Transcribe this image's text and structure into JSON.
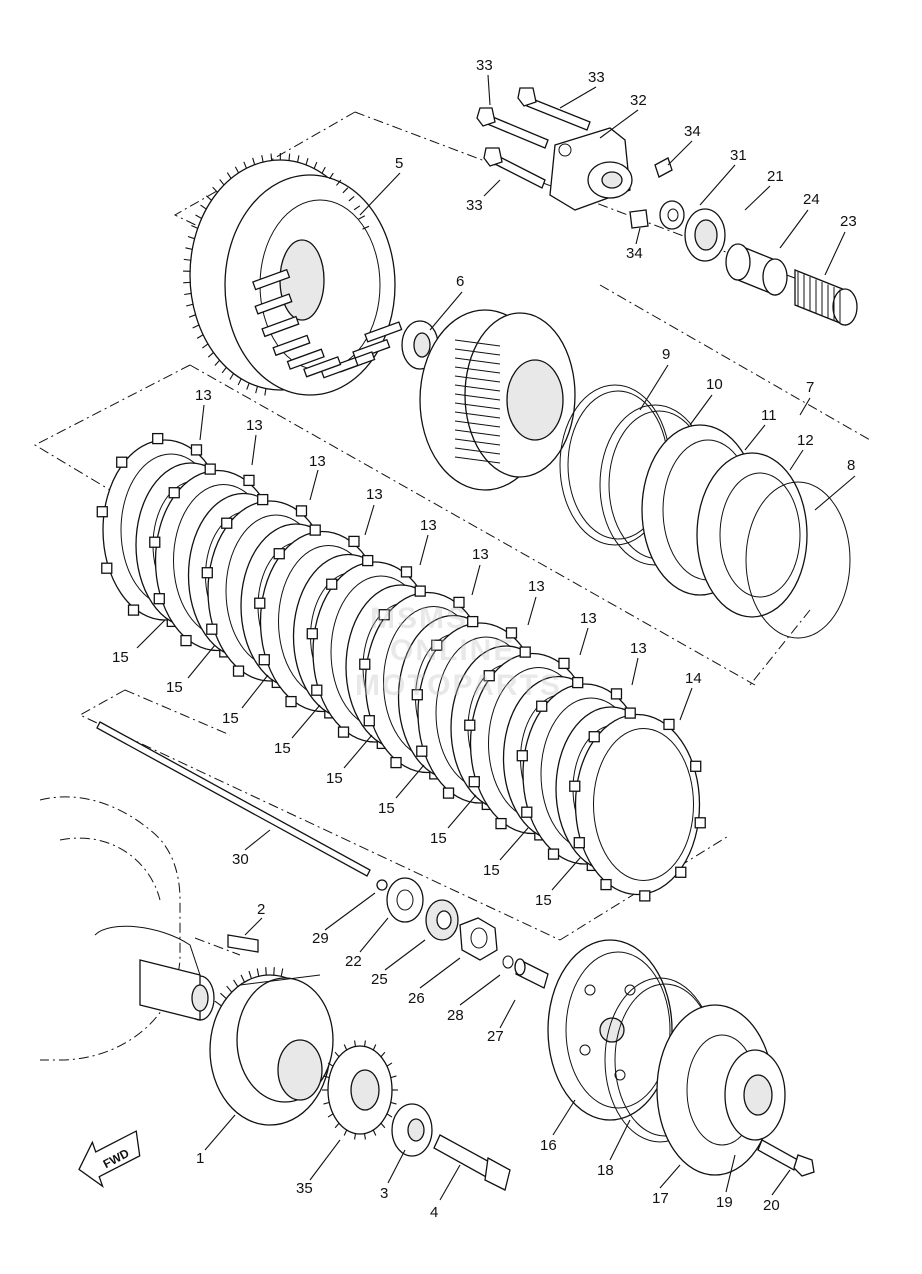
{
  "watermark": {
    "lines": [
      "MSMS",
      "ONLINE",
      "MOTOPARTS"
    ]
  },
  "fwd_arrow": {
    "label": "FWD"
  },
  "callouts": [
    {
      "id": "1",
      "label": "1"
    },
    {
      "id": "2",
      "label": "2"
    },
    {
      "id": "3",
      "label": "3"
    },
    {
      "id": "4",
      "label": "4"
    },
    {
      "id": "5",
      "label": "5"
    },
    {
      "id": "6",
      "label": "6"
    },
    {
      "id": "7",
      "label": "7"
    },
    {
      "id": "8",
      "label": "8"
    },
    {
      "id": "9",
      "label": "9"
    },
    {
      "id": "10",
      "label": "10"
    },
    {
      "id": "11",
      "label": "11"
    },
    {
      "id": "12",
      "label": "12"
    },
    {
      "id": "13a",
      "label": "13"
    },
    {
      "id": "13b",
      "label": "13"
    },
    {
      "id": "13c",
      "label": "13"
    },
    {
      "id": "13d",
      "label": "13"
    },
    {
      "id": "13e",
      "label": "13"
    },
    {
      "id": "13f",
      "label": "13"
    },
    {
      "id": "13g",
      "label": "13"
    },
    {
      "id": "13h",
      "label": "13"
    },
    {
      "id": "13i",
      "label": "13"
    },
    {
      "id": "14",
      "label": "14"
    },
    {
      "id": "15a",
      "label": "15"
    },
    {
      "id": "15b",
      "label": "15"
    },
    {
      "id": "15c",
      "label": "15"
    },
    {
      "id": "15d",
      "label": "15"
    },
    {
      "id": "15e",
      "label": "15"
    },
    {
      "id": "15f",
      "label": "15"
    },
    {
      "id": "15g",
      "label": "15"
    },
    {
      "id": "15h",
      "label": "15"
    },
    {
      "id": "15i",
      "label": "15"
    },
    {
      "id": "16",
      "label": "16"
    },
    {
      "id": "17",
      "label": "17"
    },
    {
      "id": "18",
      "label": "18"
    },
    {
      "id": "19",
      "label": "19"
    },
    {
      "id": "20",
      "label": "20"
    },
    {
      "id": "21",
      "label": "21"
    },
    {
      "id": "22",
      "label": "22"
    },
    {
      "id": "23",
      "label": "23"
    },
    {
      "id": "24",
      "label": "24"
    },
    {
      "id": "25",
      "label": "25"
    },
    {
      "id": "26",
      "label": "26"
    },
    {
      "id": "27",
      "label": "27"
    },
    {
      "id": "28",
      "label": "28"
    },
    {
      "id": "29",
      "label": "29"
    },
    {
      "id": "30",
      "label": "30"
    },
    {
      "id": "31",
      "label": "31"
    },
    {
      "id": "32",
      "label": "32"
    },
    {
      "id": "33a",
      "label": "33"
    },
    {
      "id": "33b",
      "label": "33"
    },
    {
      "id": "33c",
      "label": "33"
    },
    {
      "id": "34a",
      "label": "34"
    },
    {
      "id": "34b",
      "label": "34"
    },
    {
      "id": "35",
      "label": "35"
    }
  ]
}
